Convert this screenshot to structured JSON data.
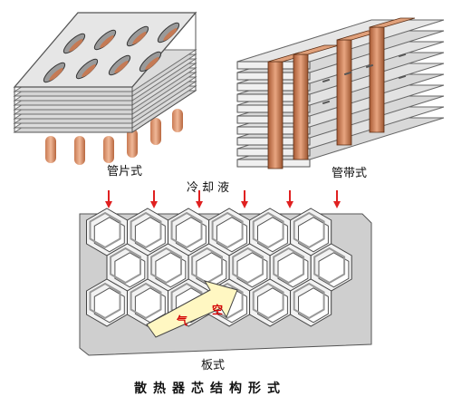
{
  "labels": {
    "tube_fin": "管片式",
    "tube_band": "管带式",
    "coolant": "冷却液",
    "plate": "板式",
    "air_char1": "空",
    "air_char2": "气",
    "caption": "散热器芯结构形式"
  },
  "colors": {
    "fin_plate": "#d9d9d9",
    "fin_edge": "#8a8a8a",
    "tube_copper": "#e0a080",
    "coolant_arrow": "#e02020",
    "air_arrow": "#fffacd",
    "honeycomb": "#e6e6e6"
  },
  "icons": [
    "coolant-arrow-icon",
    "air-flow-arrow-icon"
  ]
}
